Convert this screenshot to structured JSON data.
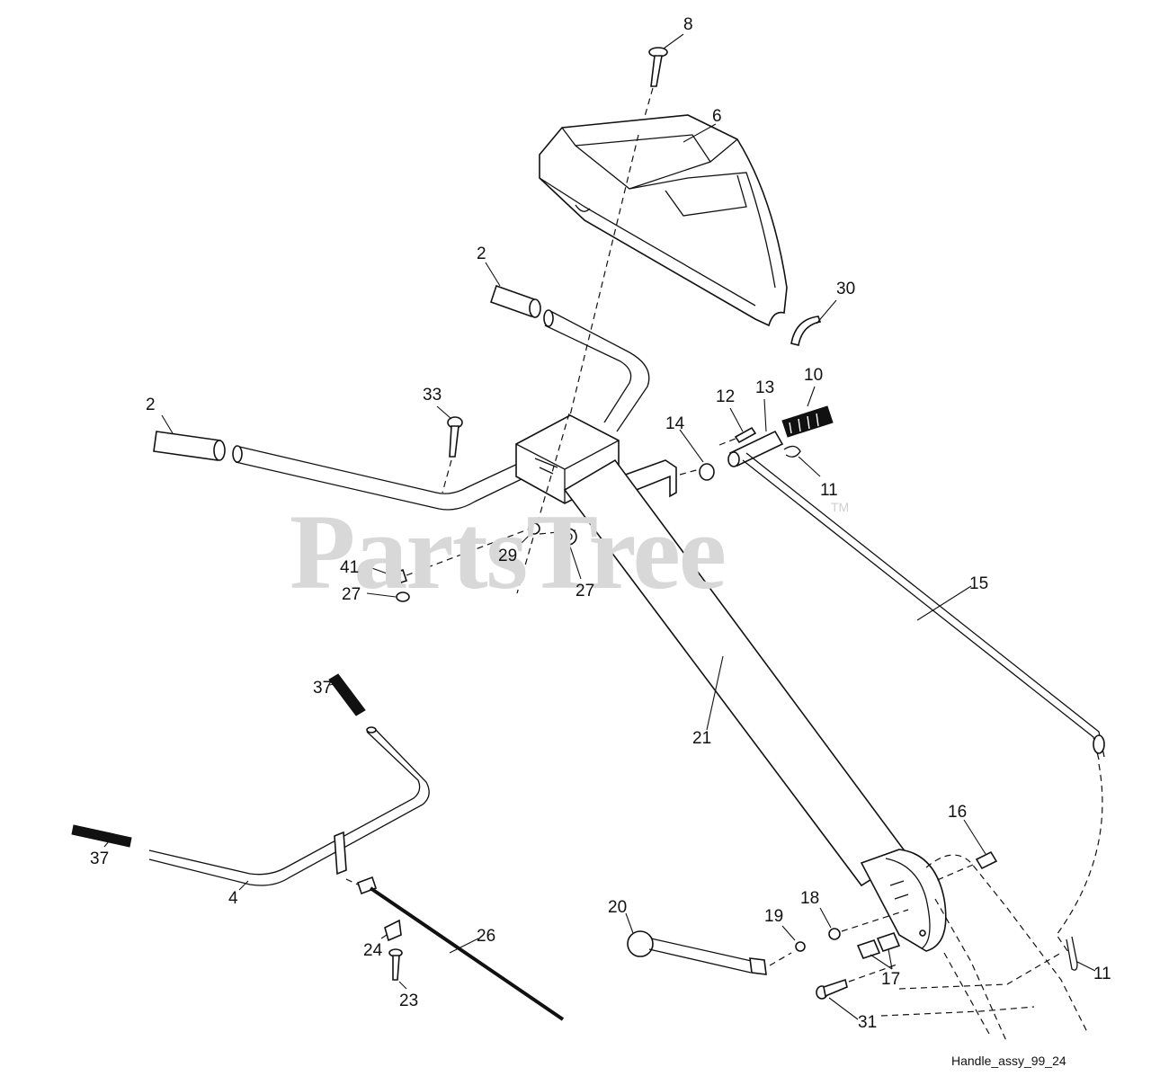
{
  "watermark": {
    "text": "PartsTree",
    "mark": "TM"
  },
  "caption": "Handle_assy_99_24",
  "callouts": [
    {
      "id": "c8",
      "text": "8"
    },
    {
      "id": "c6",
      "text": "6"
    },
    {
      "id": "c2a",
      "text": "2"
    },
    {
      "id": "c30",
      "text": "30"
    },
    {
      "id": "c2b",
      "text": "2"
    },
    {
      "id": "c33",
      "text": "33"
    },
    {
      "id": "c12",
      "text": "12"
    },
    {
      "id": "c13",
      "text": "13"
    },
    {
      "id": "c10",
      "text": "10"
    },
    {
      "id": "c14",
      "text": "14"
    },
    {
      "id": "c11a",
      "text": "11"
    },
    {
      "id": "c29",
      "text": "29"
    },
    {
      "id": "c41",
      "text": "41"
    },
    {
      "id": "c27a",
      "text": "27"
    },
    {
      "id": "c27b",
      "text": "27"
    },
    {
      "id": "c15",
      "text": "15"
    },
    {
      "id": "c37a",
      "text": "37"
    },
    {
      "id": "c21",
      "text": "21"
    },
    {
      "id": "c16",
      "text": "16"
    },
    {
      "id": "c37b",
      "text": "37"
    },
    {
      "id": "c4",
      "text": "4"
    },
    {
      "id": "c26",
      "text": "26"
    },
    {
      "id": "c20",
      "text": "20"
    },
    {
      "id": "c19",
      "text": "19"
    },
    {
      "id": "c18",
      "text": "18"
    },
    {
      "id": "c24",
      "text": "24"
    },
    {
      "id": "c17",
      "text": "17"
    },
    {
      "id": "c11b",
      "text": "11"
    },
    {
      "id": "c23",
      "text": "23"
    },
    {
      "id": "c31",
      "text": "31"
    }
  ]
}
